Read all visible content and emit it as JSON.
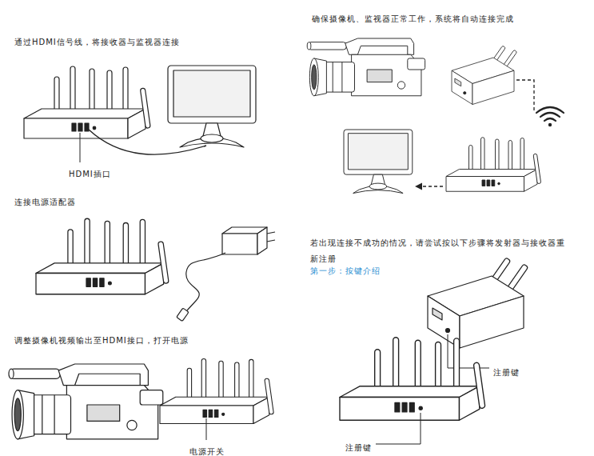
{
  "diagram": {
    "labels": [
      "通过HDMI信号线，将接收器与监视器连接",
      "HDMI插口",
      "连接电源适配器",
      "调整摄像机视频输出至HDMI接口，打开电源",
      "电源开关",
      "确保摄像机、监视器正常工作，系统将自动连接完成",
      "若出现连接不成功的情况，请尝试按以下步骤将发射器与接收器重新注册",
      "第一步：按键介绍",
      "注册键",
      "注册键"
    ]
  }
}
